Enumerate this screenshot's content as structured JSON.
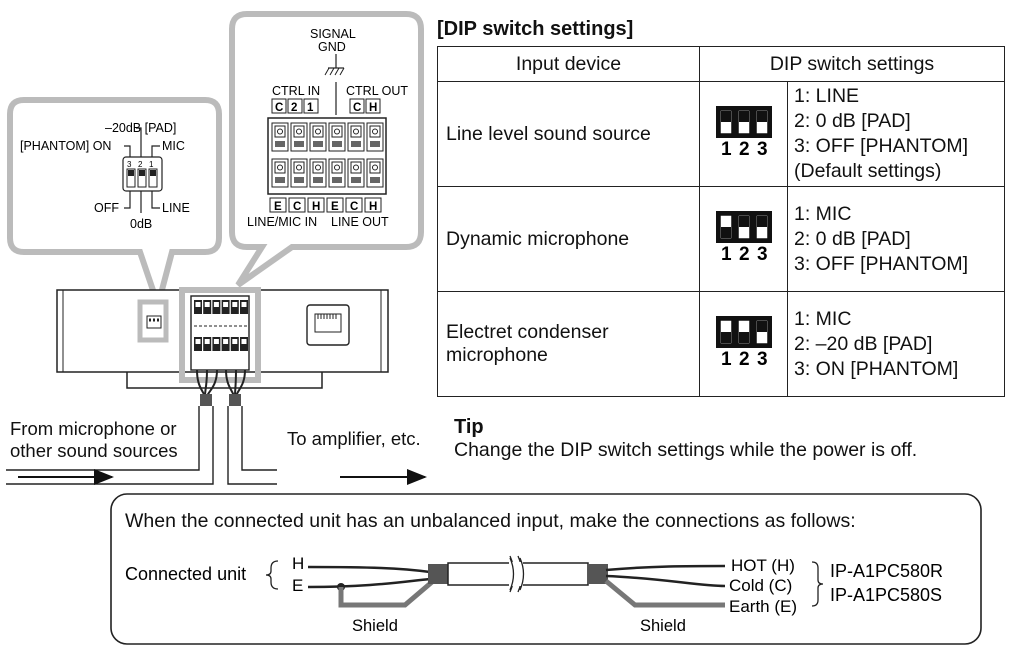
{
  "table": {
    "title": "[DIP switch settings]",
    "headers": [
      "Input device",
      "DIP switch settings"
    ],
    "rows": [
      {
        "device": "Line level sound source",
        "lines": [
          "1: LINE",
          "2: 0 dB [PAD]",
          "3: OFF [PHANTOM]",
          "(Default settings)"
        ],
        "switches": [
          "up",
          "up",
          "up"
        ]
      },
      {
        "device": "Dynamic microphone",
        "lines": [
          "1: MIC",
          "2: 0 dB [PAD]",
          "3: OFF [PHANTOM]"
        ],
        "switches": [
          "down",
          "up",
          "up"
        ]
      },
      {
        "device": "Electret condenser microphone",
        "device_lines": [
          "Electret condenser",
          "microphone"
        ],
        "lines": [
          "1: MIC",
          "2: –20 dB [PAD]",
          "3: ON [PHANTOM]"
        ],
        "switches": [
          "down",
          "down",
          "up"
        ]
      }
    ],
    "switch_numbers": [
      "1",
      "2",
      "3"
    ]
  },
  "tip": {
    "heading": "Tip",
    "text": "Change the DIP switch settings while the power is off."
  },
  "left_diagram": {
    "from_label": [
      "From microphone or",
      "other sound sources"
    ],
    "to_label": "To amplifier, etc.",
    "dip_callout": {
      "pad": "–20dB [PAD]",
      "phantom_on": "[PHANTOM] ON",
      "mic": "MIC",
      "off": "OFF",
      "line": "LINE",
      "zero_db": "0dB",
      "numbers": [
        "3",
        "2",
        "1"
      ]
    },
    "terminal_callout": {
      "signal": "SIGNAL",
      "gnd": "GND",
      "ctrl_in": "CTRL IN",
      "ctrl_out": "CTRL OUT",
      "ctrl_in_pins": [
        "C",
        "2",
        "1"
      ],
      "ctrl_out_pins": [
        "C",
        "H"
      ],
      "bottom_pins": [
        "E",
        "C",
        "H",
        "E",
        "C",
        "H"
      ],
      "line_mic_in": "LINE/MIC IN",
      "line_out": "LINE OUT"
    }
  },
  "note": {
    "text": "When the connected unit has an unbalanced input, make the connections as follows:",
    "connected_unit": "Connected unit",
    "h": "H",
    "e": "E",
    "hot": "HOT (H)",
    "cold": "Cold (C)",
    "earth": "Earth (E)",
    "models": [
      "IP-A1PC580R",
      "IP-A1PC580S"
    ],
    "shield": "Shield"
  }
}
